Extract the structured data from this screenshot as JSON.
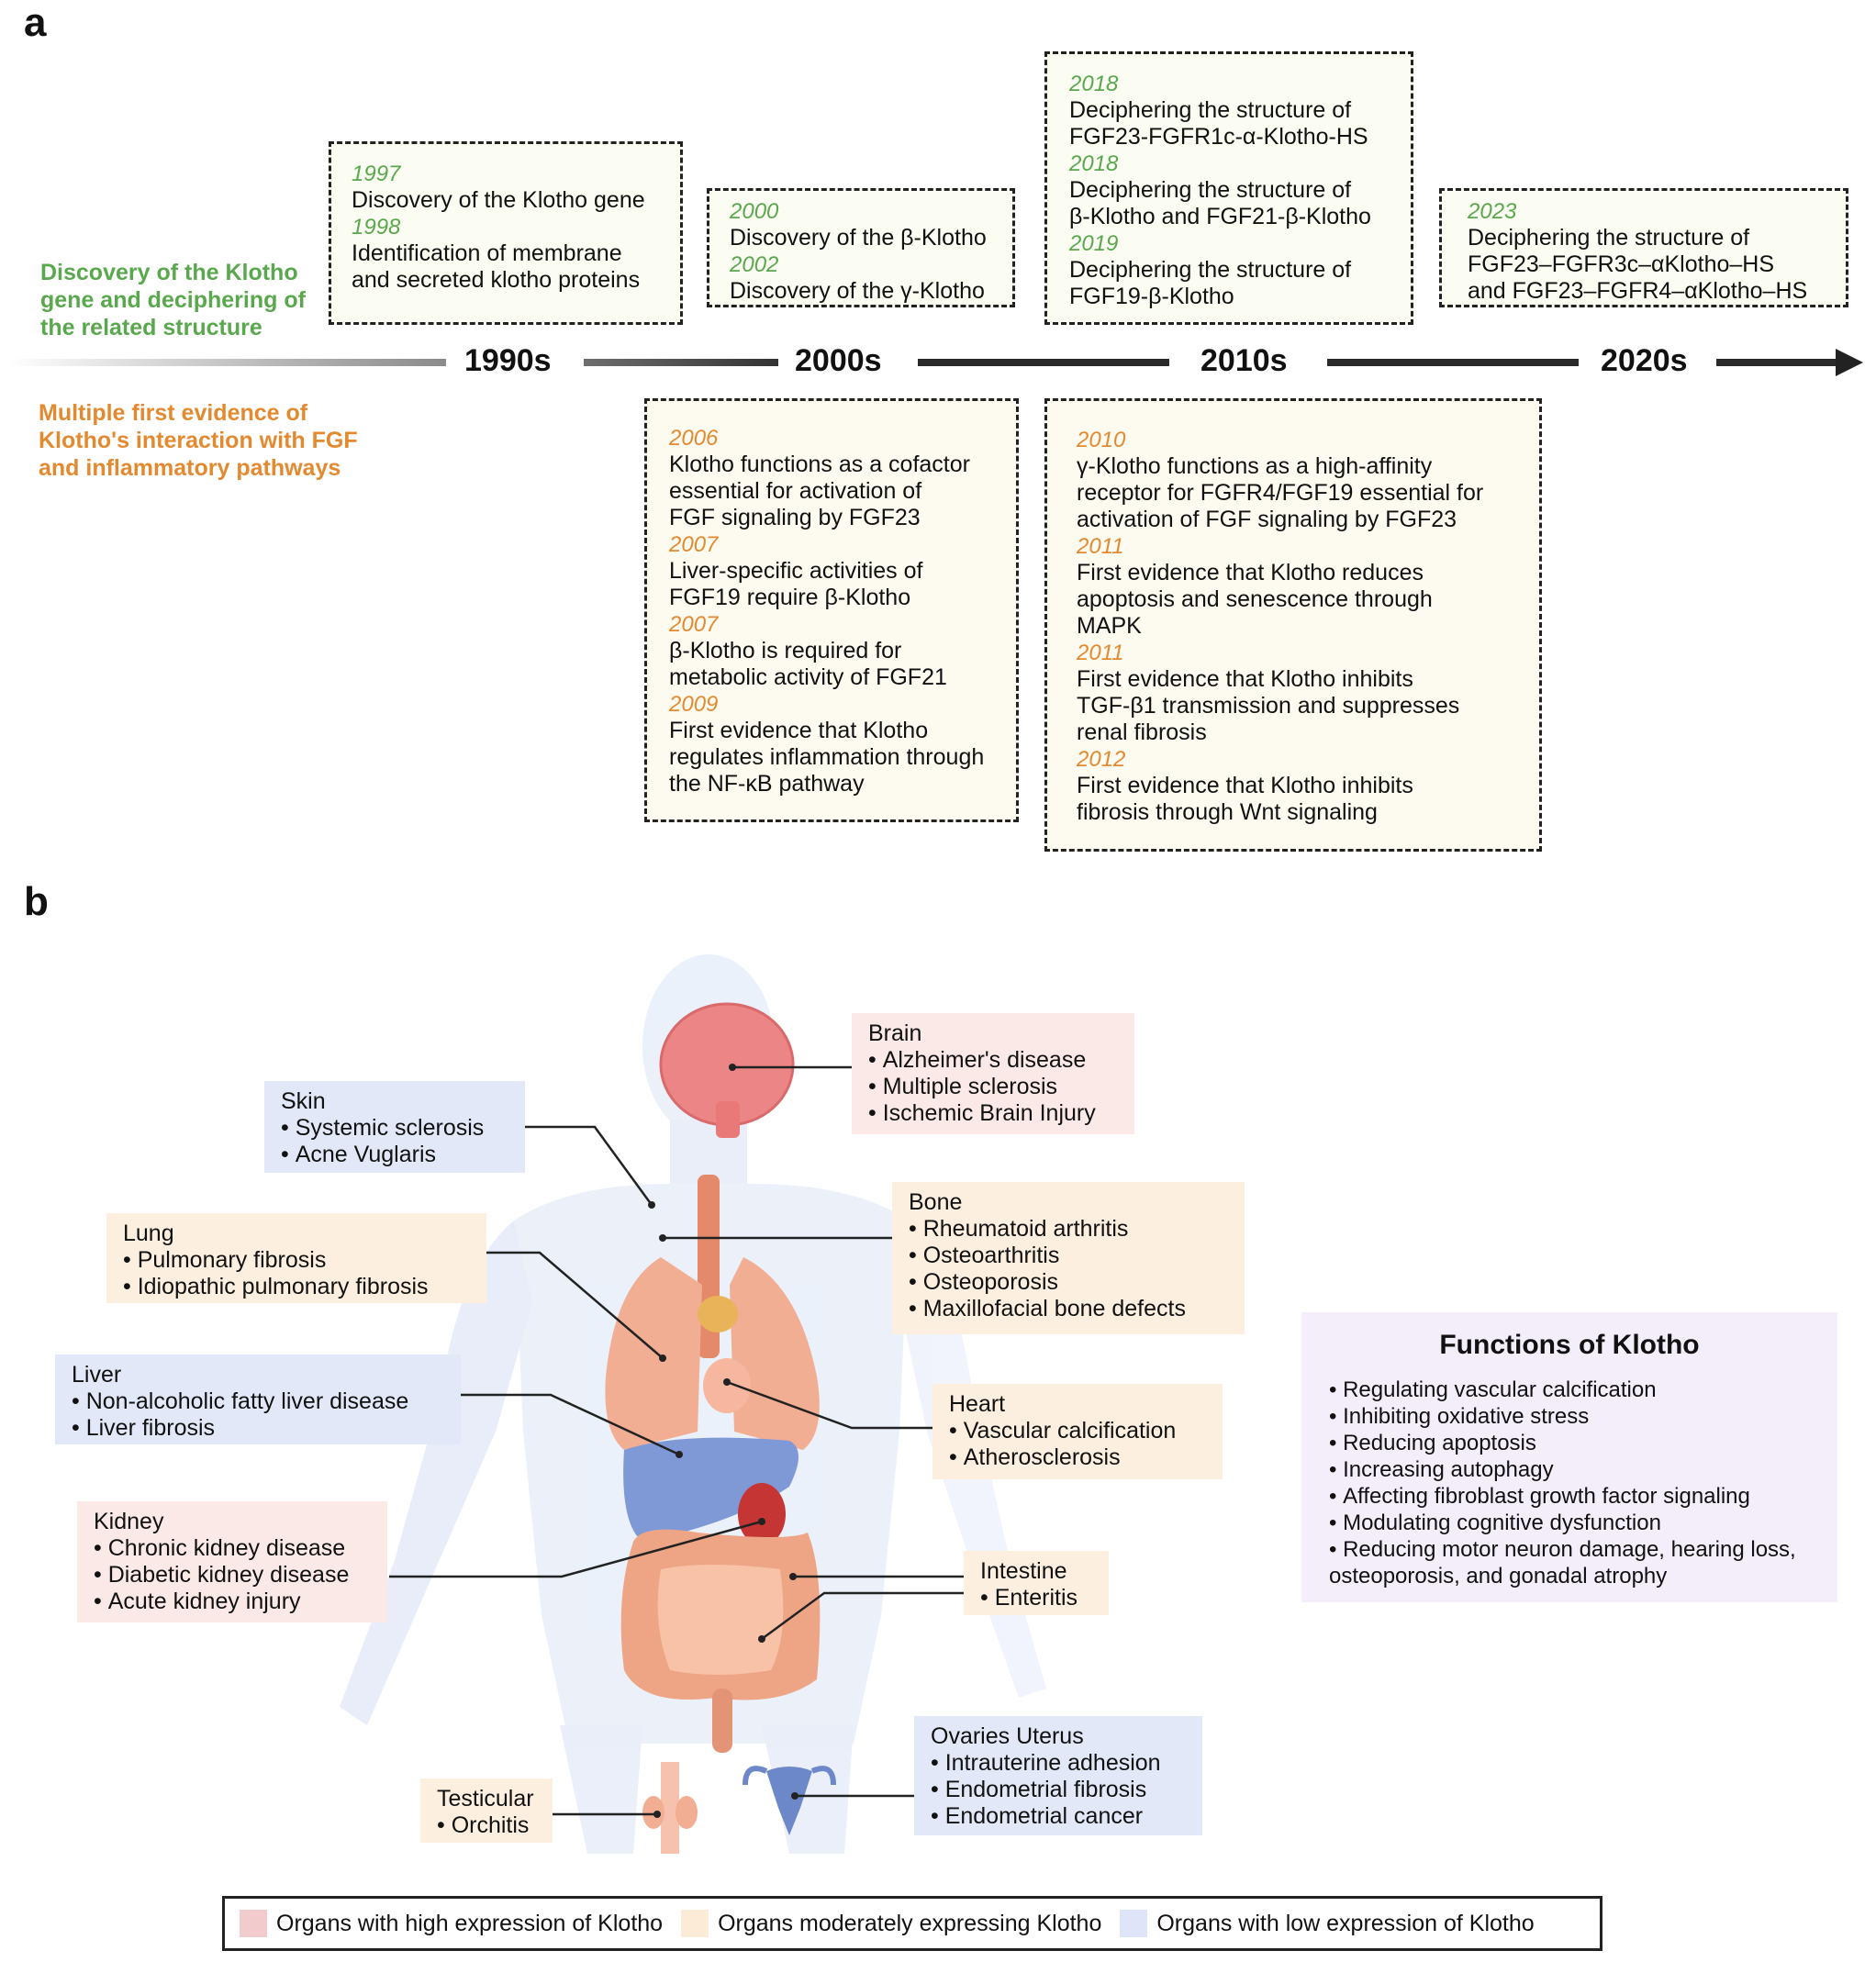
{
  "panel_a": {
    "letter": "a",
    "track_top_label": "Discovery of the Klotho gene and deciphering of the related structure",
    "track_bottom_label": "Multiple first evidence of Klotho's interaction with FGF and inflammatory pathways",
    "eras": [
      "1990s",
      "2000s",
      "2010s",
      "2020s"
    ],
    "top_boxes": [
      {
        "events": [
          {
            "year": "1997",
            "text": "Discovery of the Klotho gene"
          },
          {
            "year": "1998",
            "text": "Identification of membrane\nand secreted klotho proteins"
          }
        ]
      },
      {
        "events": [
          {
            "year": "2000",
            "text": "Discovery of the β-Klotho"
          },
          {
            "year": "2002",
            "text": "Discovery of the γ-Klotho"
          }
        ]
      },
      {
        "events": [
          {
            "year": "2018",
            "text": "Deciphering the structure of\nFGF23-FGFR1c-α-Klotho-HS"
          },
          {
            "year": "2018",
            "text": "Deciphering the structure of\nβ-Klotho and FGF21-β-Klotho"
          },
          {
            "year": "2019",
            "text": "Deciphering the structure of\nFGF19-β-Klotho"
          }
        ]
      },
      {
        "events": [
          {
            "year": "2023",
            "text": "Deciphering the structure of\nFGF23–FGFR3c–αKlotho–HS\nand FGF23–FGFR4–αKlotho–HS"
          }
        ]
      }
    ],
    "bottom_boxes": [
      {
        "events": [
          {
            "year": "2006",
            "text": "Klotho functions as a cofactor\nessential for activation of\nFGF signaling by FGF23"
          },
          {
            "year": "2007",
            "text": "Liver-specific activities of\nFGF19 require β-Klotho"
          },
          {
            "year": "2007",
            "text": "β-Klotho is required for\nmetabolic activity of FGF21"
          },
          {
            "year": "2009",
            "text": "First evidence that Klotho\nregulates inflammation through\nthe NF-κB pathway"
          }
        ]
      },
      {
        "events": [
          {
            "year": "2010",
            "text": "γ-Klotho functions as a high-affinity\nreceptor for FGFR4/FGF19 essential for\nactivation of FGF signaling by FGF23"
          },
          {
            "year": "2011",
            "text": "First evidence that Klotho reduces\napoptosis and senescence through\nMAPK"
          },
          {
            "year": "2011",
            "text": "First evidence that Klotho inhibits\nTGF-β1 transmission and suppresses\nrenal fibrosis"
          },
          {
            "year": "2012",
            "text": "First evidence that Klotho inhibits\nfibrosis through Wnt signaling"
          }
        ]
      }
    ]
  },
  "panel_b": {
    "letter": "b",
    "organs": {
      "brain": {
        "name": "Brain",
        "level": "high",
        "items": [
          "Alzheimer's disease",
          "Multiple sclerosis",
          "Ischemic Brain Injury"
        ]
      },
      "skin": {
        "name": "Skin",
        "level": "low",
        "items": [
          "Systemic sclerosis",
          "Acne Vuglaris"
        ]
      },
      "bone": {
        "name": "Bone",
        "level": "moderate",
        "items": [
          "Rheumatoid arthritis",
          "Osteoarthritis",
          "Osteoporosis",
          "Maxillofacial bone defects"
        ]
      },
      "lung": {
        "name": "Lung",
        "level": "moderate",
        "items": [
          "Pulmonary fibrosis",
          "Idiopathic pulmonary fibrosis"
        ]
      },
      "liver": {
        "name": "Liver",
        "level": "low",
        "items": [
          "Non-alcoholic fatty liver disease",
          "Liver fibrosis"
        ]
      },
      "heart": {
        "name": "Heart",
        "level": "moderate",
        "items": [
          "Vascular calcification",
          "Atherosclerosis"
        ]
      },
      "kidney": {
        "name": "Kidney",
        "level": "high",
        "items": [
          "Chronic kidney disease",
          "Diabetic kidney disease",
          "Acute kidney injury"
        ]
      },
      "intestine": {
        "name": "Intestine",
        "level": "moderate",
        "items": [
          "Enteritis"
        ]
      },
      "ovaries": {
        "name": "Ovaries Uterus",
        "level": "low",
        "items": [
          "Intrauterine adhesion",
          "Endometrial fibrosis",
          "Endometrial cancer"
        ]
      },
      "testicular": {
        "name": "Testicular",
        "level": "moderate",
        "items": [
          "Orchitis"
        ]
      }
    },
    "functions": {
      "title": "Functions of Klotho",
      "items": [
        "Regulating vascular calcification",
        "Inhibiting oxidative stress",
        "Reducing apoptosis",
        "Increasing autophagy",
        "Affecting fibroblast growth factor signaling",
        "Modulating cognitive dysfunction",
        "Reducing motor neuron damage, hearing loss, osteoporosis, and gonadal atrophy"
      ]
    },
    "legend": [
      {
        "label": "Organs with high expression of Klotho",
        "color": "#f2cccc"
      },
      {
        "label": "Organs moderately expressing Klotho",
        "color": "#fcebd6"
      },
      {
        "label": "Organs with low expression of Klotho",
        "color": "#dfe4f8"
      }
    ]
  },
  "colors": {
    "green": "#5aa84e",
    "orange": "#e38a30",
    "high": "#fbe9e8",
    "moderate": "#fcefdf",
    "low": "#e3e8f8"
  }
}
